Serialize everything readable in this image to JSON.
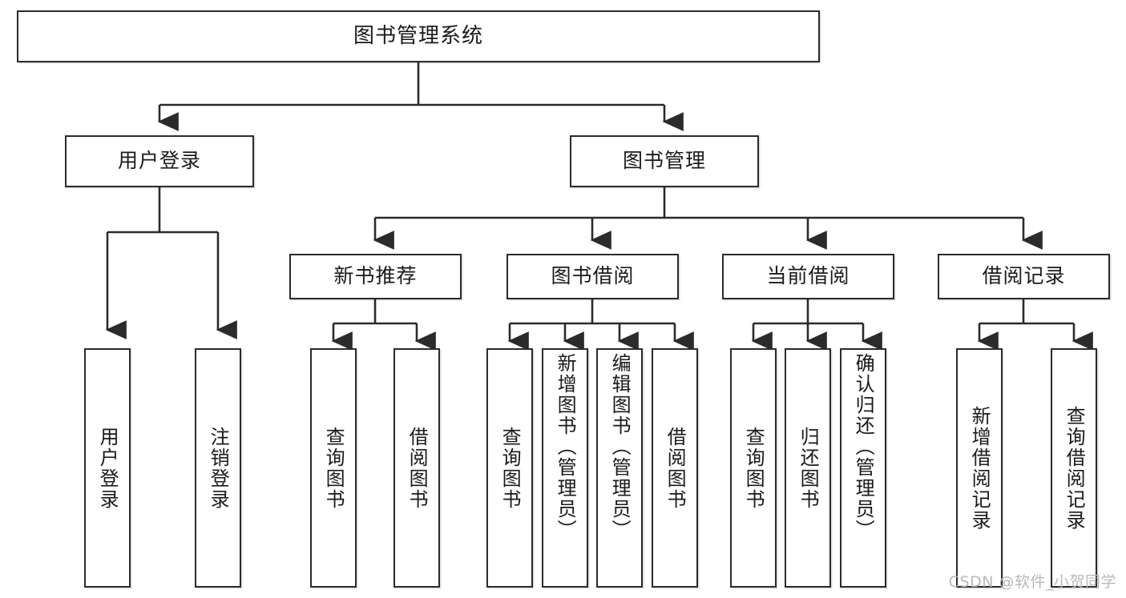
{
  "diagram": {
    "type": "tree-hierarchy",
    "title": "图书管理系统",
    "watermark": "CSDN @软件_小贺同学",
    "colors": {
      "stroke": "#2b2b2b",
      "fill": "#ffffff",
      "text": "#1a1a1a",
      "watermark": "#b9b9b9"
    },
    "root": {
      "label": "图书管理系统"
    },
    "level2": [
      {
        "id": "user-login",
        "label": "用户登录"
      },
      {
        "id": "book-management",
        "label": "图书管理"
      }
    ],
    "level3": [
      {
        "id": "new-book-recommend",
        "label": "新书推荐",
        "parent": "book-management"
      },
      {
        "id": "book-borrow",
        "label": "图书借阅",
        "parent": "book-management"
      },
      {
        "id": "current-borrow",
        "label": "当前借阅",
        "parent": "book-management"
      },
      {
        "id": "borrow-record",
        "label": "借阅记录",
        "parent": "book-management"
      }
    ],
    "leaves": [
      {
        "id": "leaf-user-login",
        "label": "用户登录",
        "parent": "user-login"
      },
      {
        "id": "leaf-logout",
        "label": "注销登录",
        "parent": "user-login"
      },
      {
        "id": "leaf-query-book-1",
        "label": "查询图书",
        "parent": "new-book-recommend"
      },
      {
        "id": "leaf-borrow-book-1",
        "label": "借阅图书",
        "parent": "new-book-recommend"
      },
      {
        "id": "leaf-query-book-2",
        "label": "查询图书",
        "parent": "book-borrow"
      },
      {
        "id": "leaf-add-book",
        "label": "新增图书（管理员）",
        "parent": "book-borrow"
      },
      {
        "id": "leaf-edit-book",
        "label": "编辑图书（管理员）",
        "parent": "book-borrow"
      },
      {
        "id": "leaf-borrow-book-2",
        "label": "借阅图书",
        "parent": "book-borrow"
      },
      {
        "id": "leaf-query-book-3",
        "label": "查询图书",
        "parent": "current-borrow"
      },
      {
        "id": "leaf-return-book",
        "label": "归还图书",
        "parent": "current-borrow"
      },
      {
        "id": "leaf-confirm-return",
        "label": "确认归还（管理员）",
        "parent": "current-borrow"
      },
      {
        "id": "leaf-add-record",
        "label": "新增借阅记录",
        "parent": "borrow-record"
      },
      {
        "id": "leaf-query-record",
        "label": "查询借阅记录",
        "parent": "borrow-record"
      }
    ]
  }
}
